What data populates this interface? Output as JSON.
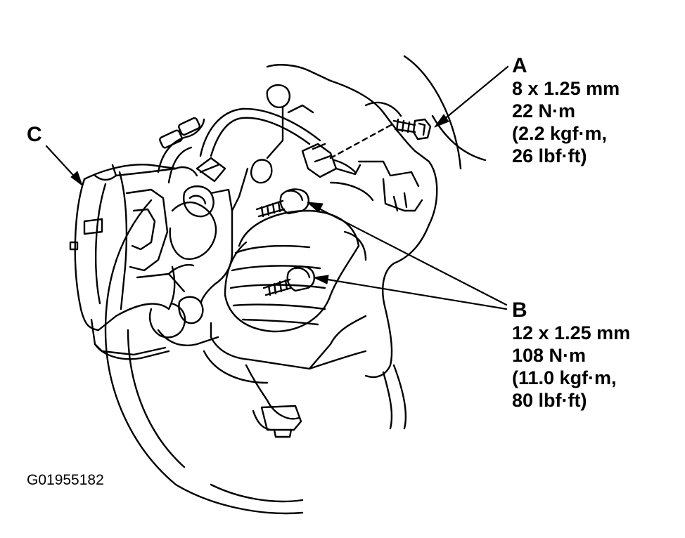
{
  "callouts": {
    "a": {
      "letter": "A",
      "lines": [
        "8 x 1.25 mm",
        "22 N·m",
        "(2.2 kgf·m,",
        "26 lbf·ft)"
      ]
    },
    "b": {
      "letter": "B",
      "lines": [
        "12 x 1.25 mm",
        "108 N·m",
        "(11.0 kgf·m,",
        "80 lbf·ft)"
      ]
    },
    "c": {
      "letter": "C"
    }
  },
  "figure_id": "G01955182",
  "colors": {
    "ink": "#000000",
    "paper": "#ffffff"
  }
}
